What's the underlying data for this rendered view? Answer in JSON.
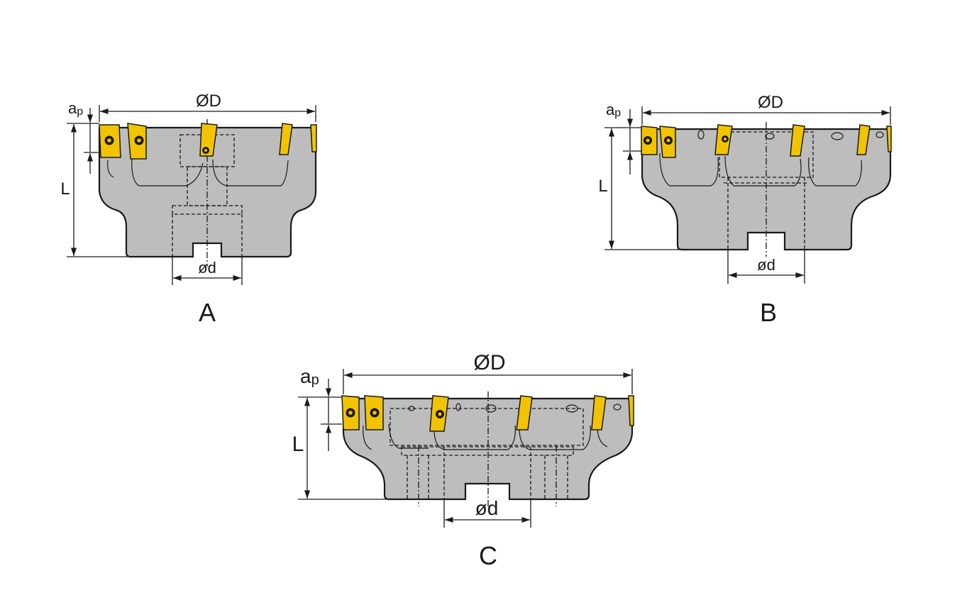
{
  "colors": {
    "body": "#bdbdbd",
    "insert": "#f2c300",
    "line": "#1a1a1a",
    "background": "#ffffff"
  },
  "views": [
    {
      "id": "A",
      "caption": "A",
      "diameter_label": "ØD",
      "bore_label": "ød",
      "height_label": "L",
      "depth_label": "a",
      "depth_label_sub": "p"
    },
    {
      "id": "B",
      "caption": "B",
      "diameter_label": "ØD",
      "bore_label": "ød",
      "height_label": "L",
      "depth_label": "a",
      "depth_label_sub": "p"
    },
    {
      "id": "C",
      "caption": "C",
      "diameter_label": "ØD",
      "bore_label": "ød",
      "height_label": "L",
      "depth_label": "a",
      "depth_label_sub": "p"
    }
  ]
}
